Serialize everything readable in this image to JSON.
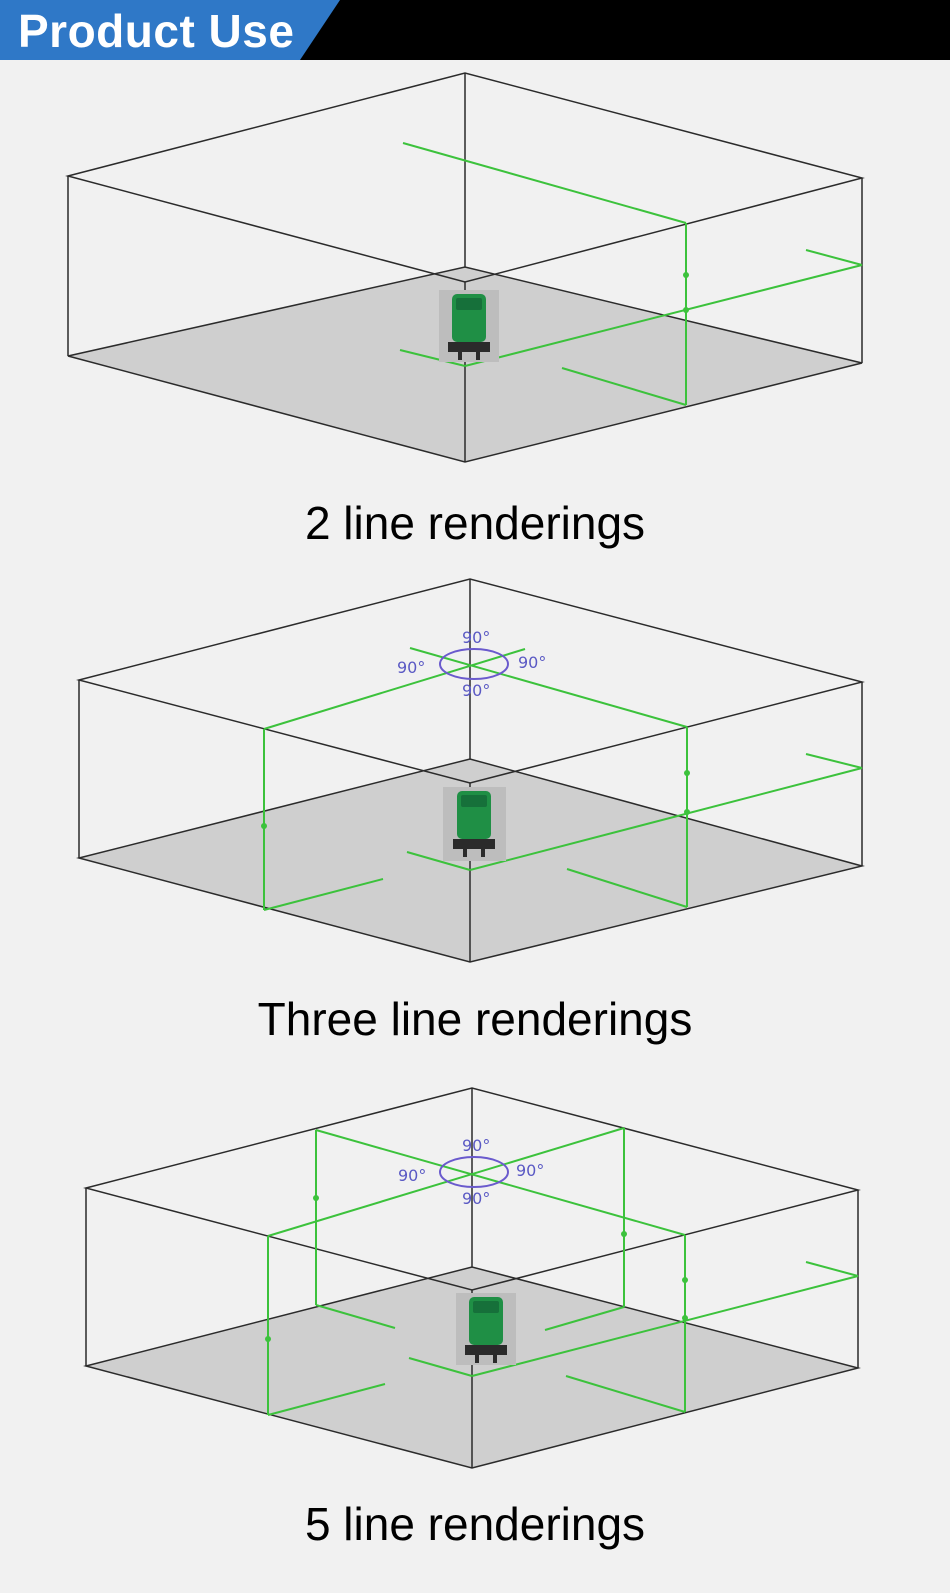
{
  "header": {
    "title": "Product Use"
  },
  "panels": [
    {
      "caption": "2 line renderings"
    },
    {
      "caption": "Three line renderings",
      "angle_labels": [
        "90°",
        "90°",
        "90°",
        "90°"
      ]
    },
    {
      "caption": "5 line renderings",
      "angle_labels": [
        "90°",
        "90°",
        "90°",
        "90°"
      ]
    }
  ],
  "colors": {
    "header_tab": "#2f78c7",
    "header_bar": "#000000",
    "laser_line": "#3cc23c",
    "angle_mark": "#6a5acd",
    "floor": "#cfcfcf",
    "background": "#f1f1f1"
  }
}
